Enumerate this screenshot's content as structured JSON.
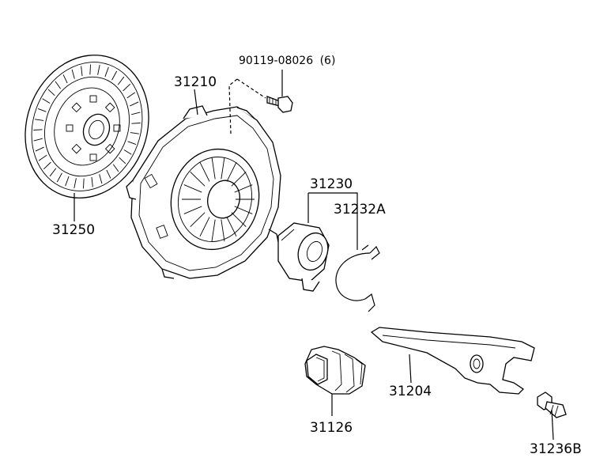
{
  "parts": [
    {
      "number": "31250"
    },
    {
      "number": "31210"
    },
    {
      "number": "90119-08026",
      "qty": "(6)"
    },
    {
      "number": "31230"
    },
    {
      "number": "31232A"
    },
    {
      "number": "31204"
    },
    {
      "number": "31126"
    },
    {
      "number": "31236B"
    }
  ]
}
